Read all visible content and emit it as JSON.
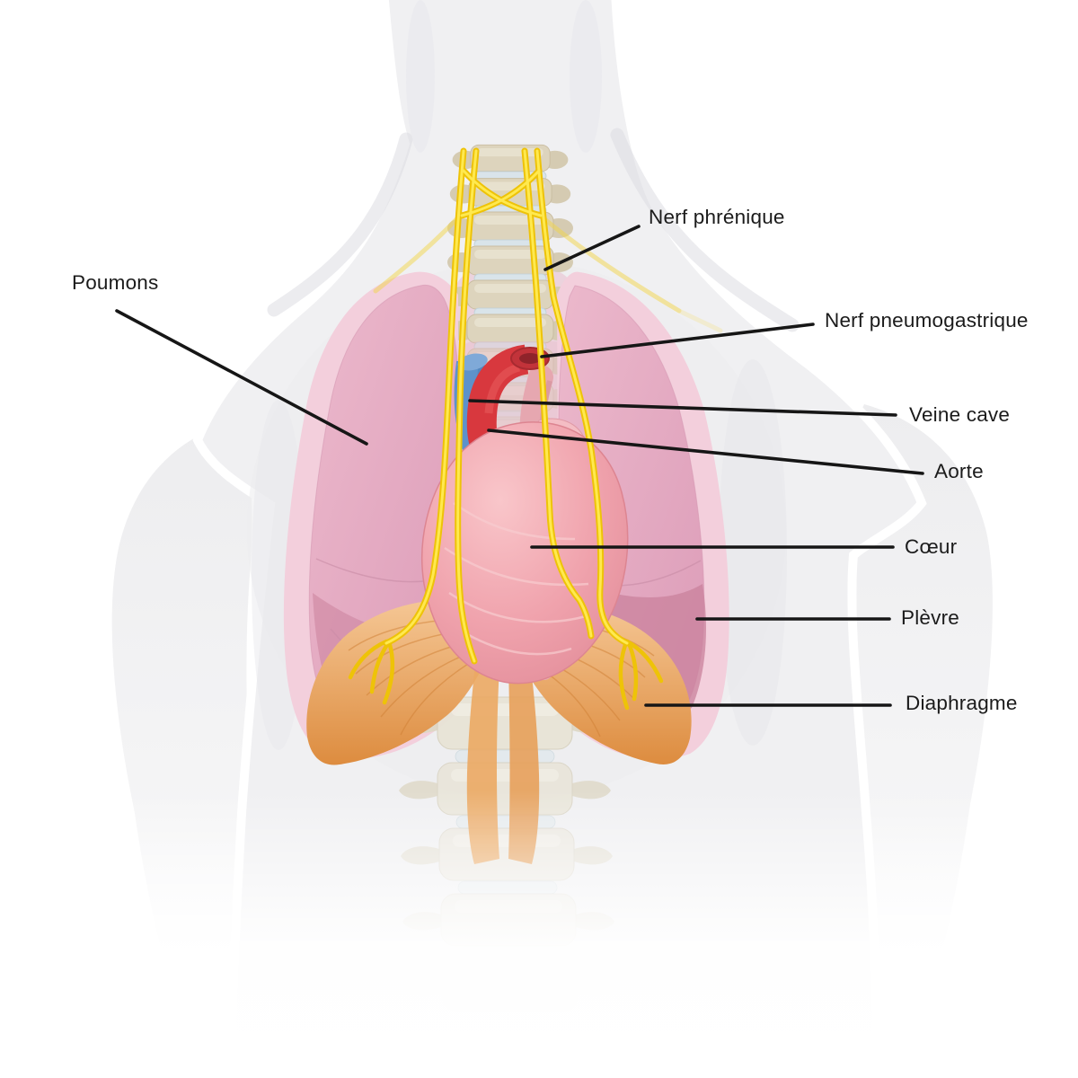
{
  "diagram": {
    "labels": {
      "poumons": "Poumons",
      "nerf_phrenique": "Nerf phrénique",
      "nerf_pneumogastrique": "Nerf pneumogastrique",
      "veine_cave": "Veine cave",
      "aorte": "Aorte",
      "coeur": "Cœur",
      "plevre": "Plèvre",
      "diaphragme": "Diaphragme"
    },
    "colors": {
      "background": "#ffffff",
      "body_silhouette": "#f0f0f2",
      "lung_pink": "#e2a6bd",
      "lung_deep_pink": "#c9819c",
      "pleura_pink": "#f3cfdc",
      "heart_salmon": "#f0a0aa",
      "aorta_red": "#d8383e",
      "pulmonary_pink": "#e6a7b0",
      "vena_cava_blue": "#5d92cb",
      "nerve_yellow": "#f5d211",
      "diaphragm_orange": "#e9a765",
      "spine_beige": "#ddd4bd",
      "disc_blue": "#d9e4ea",
      "leader_line": "#161616",
      "label_text": "#1b1b1b"
    }
  }
}
